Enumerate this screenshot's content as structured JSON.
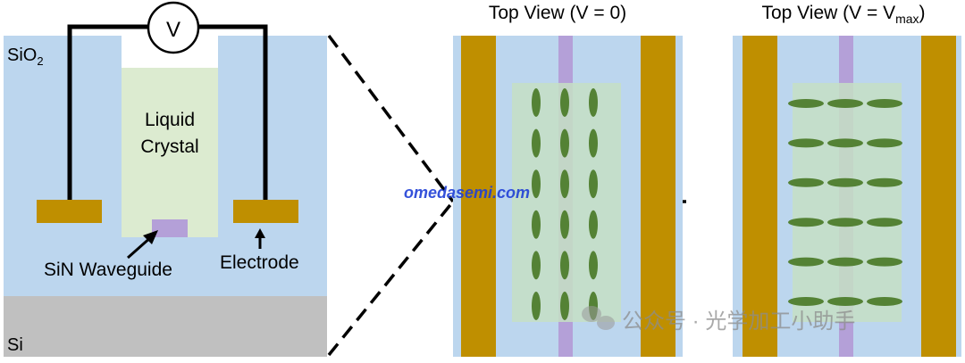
{
  "labels": {
    "sio2_main": "SiO",
    "sio2_sub": "2",
    "voltmeter": "V",
    "liquid_crystal_line1": "Liquid",
    "liquid_crystal_line2": "Crystal",
    "waveguide": "SiN Waveguide",
    "electrode": "Electrode",
    "si": "Si",
    "top_view_zero": "Top View (V = 0)",
    "top_view_max_prefix": "Top View (V = V",
    "top_view_max_sub": "max",
    "top_view_max_suffix": ")"
  },
  "watermarks": {
    "site": "omedasemi.com",
    "wechat": "公众号 · 光学加工小助手"
  },
  "colors": {
    "oxide": "#bcd6ee",
    "silicon": "#c0c0c0",
    "liquid_crystal": "#dcebd0",
    "electrode": "#bf8f00",
    "waveguide": "#b4a0d8",
    "lc_molecule": "#548235",
    "lc_region_topview": "#c6dfc4"
  },
  "molecules": {
    "columns": 3,
    "rows": 6
  }
}
